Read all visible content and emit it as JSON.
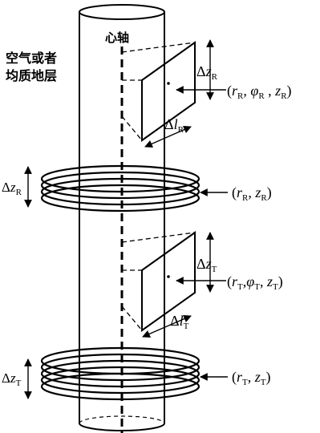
{
  "diagram": {
    "axis_label": "心轴",
    "medium_label_line1": "空气或者",
    "medium_label_line2": "均质地层",
    "receiver_coil_label": {
      "open": "(",
      "r": "r",
      "r_sub": "R",
      "sep1": ", ",
      "phi": "φ",
      "phi_sub": "R",
      "sep2": " , ",
      "z": "z",
      "z_sub": "R",
      "close": ")"
    },
    "receiver_loop_label": {
      "open": "(",
      "r": "r",
      "r_sub": "R",
      "sep1": ", ",
      "z": "z",
      "z_sub": "R",
      "close": ")"
    },
    "transmitter_coil_label": {
      "open": "(",
      "r": "r",
      "r_sub": "T",
      "sep1": ",",
      "phi": "φ",
      "phi_sub": "T",
      "sep2": ", ",
      "z": "z",
      "z_sub": "T",
      "close": ")"
    },
    "transmitter_loop_label": {
      "open": "(",
      "r": "r",
      "r_sub": "T",
      "sep1": ", ",
      "z": "z",
      "z_sub": "T",
      "close": ")"
    },
    "delta_z_R_coil": {
      "delta": "Δ",
      "var": "z",
      "sub": "R"
    },
    "delta_l_R": {
      "delta": "Δ",
      "var": "l",
      "sub": "R"
    },
    "delta_z_R_loop": {
      "delta": "Δ",
      "var": "z",
      "sub": "R"
    },
    "delta_z_T_coil": {
      "delta": "Δ",
      "var": "z",
      "sub": "T"
    },
    "delta_l_T": {
      "delta": "Δ",
      "var": "l",
      "sub": "T"
    },
    "delta_z_T_loop": {
      "delta": "Δ",
      "var": "z",
      "sub": "T"
    }
  }
}
